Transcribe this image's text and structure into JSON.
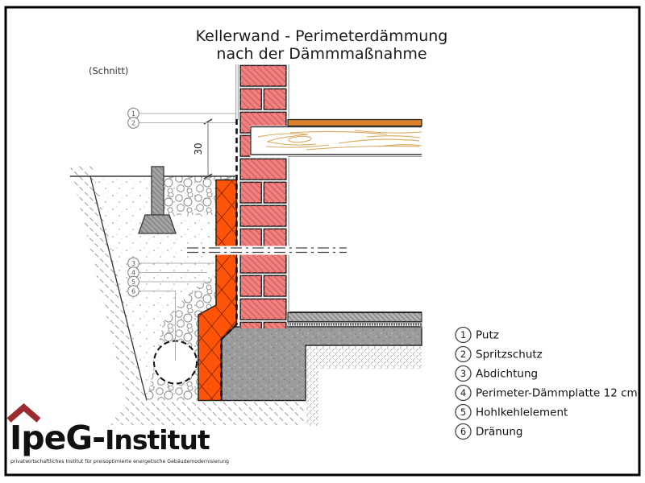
{
  "title": {
    "line1": "Kellerwand - Perimeterdämmung",
    "line2": "nach der Dämmmaßnahme",
    "section_label": "(Schnitt)"
  },
  "dimension": {
    "value": "30"
  },
  "callouts": [
    {
      "num": "1"
    },
    {
      "num": "2"
    },
    {
      "num": "3"
    },
    {
      "num": "4"
    },
    {
      "num": "5"
    },
    {
      "num": "6"
    }
  ],
  "legend": {
    "items": [
      {
        "num": "1",
        "label": "Putz"
      },
      {
        "num": "2",
        "label": "Spritzschutz"
      },
      {
        "num": "3",
        "label": "Abdichtung"
      },
      {
        "num": "4",
        "label": "Perimeter-Dämmplatte 12 cm"
      },
      {
        "num": "5",
        "label": "Hohlkehlelement"
      },
      {
        "num": "6",
        "label": "Dränung"
      }
    ]
  },
  "logo": {
    "part1": "IpeG-",
    "part2": "Institut",
    "tagline": "privatwirtschaftliches Institut für preisoptimierte energetische Gebäudemodernisierung"
  },
  "colors": {
    "insulation": "#ff5408",
    "brick": "#f2807e",
    "brick_hatch": "#c25a5c",
    "concrete": "#9c9c9c",
    "floor_screed": "#d9822b",
    "wood_grain": "#d8a860",
    "logo_red": "#9b2c31",
    "line": "#1a1a1a"
  }
}
